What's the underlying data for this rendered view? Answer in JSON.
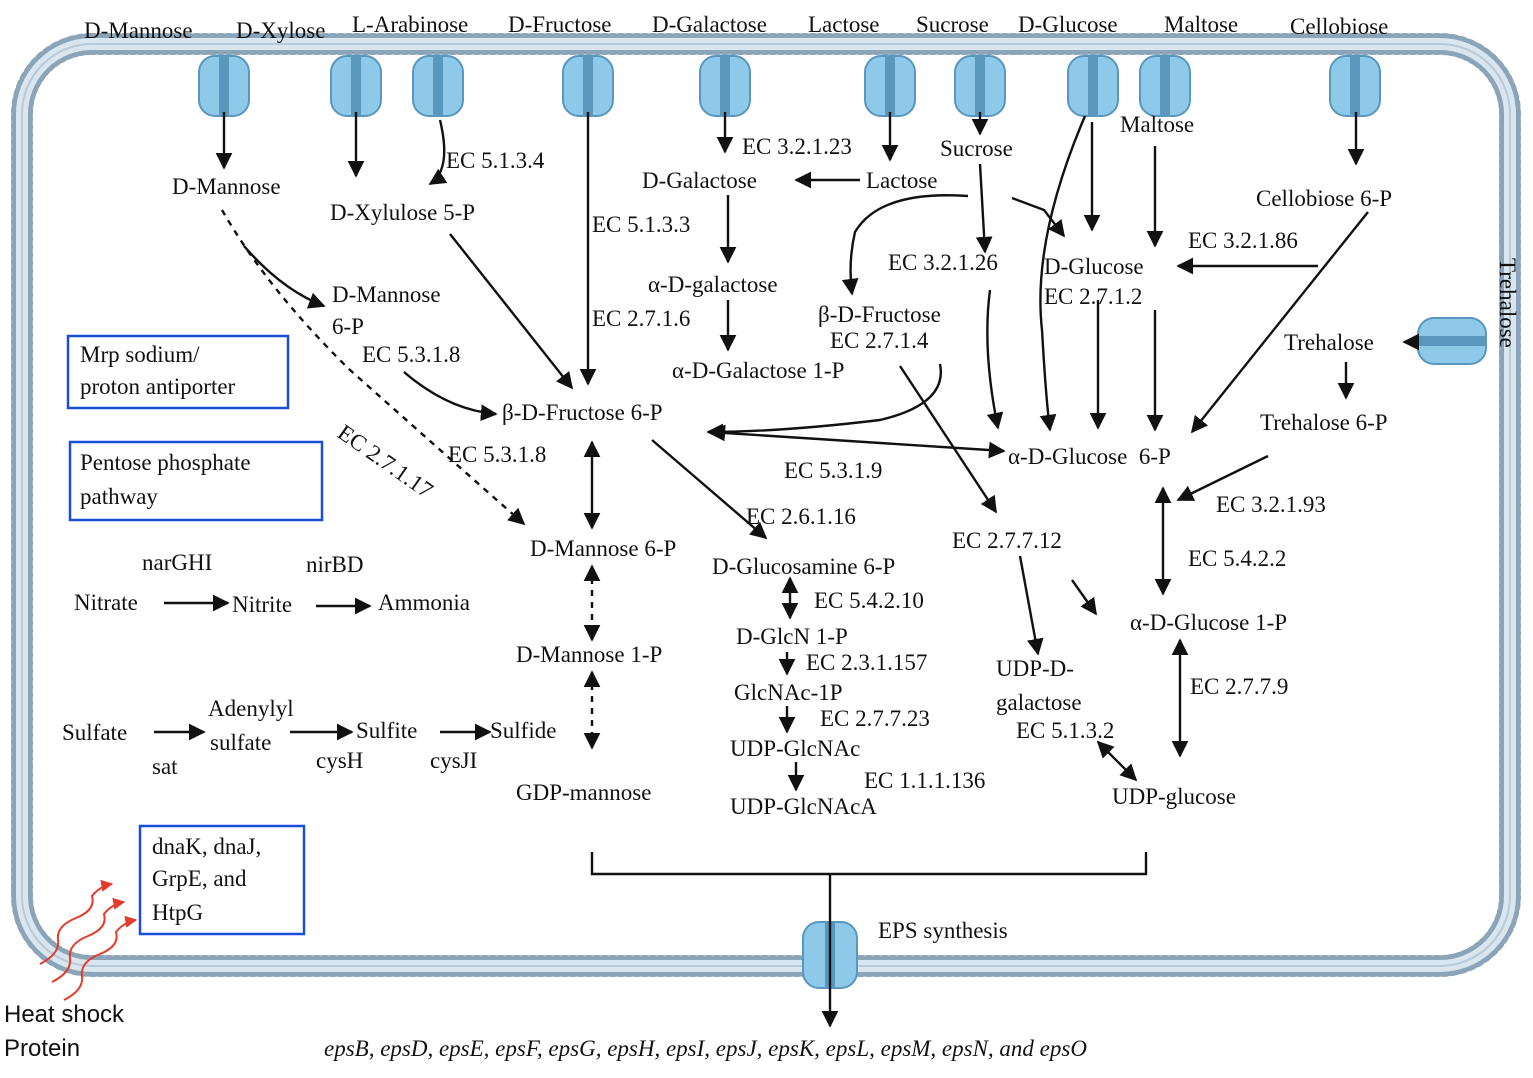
{
  "external_sugars": {
    "d_mannose": "D-Mannose",
    "d_xylose": "D-Xylose",
    "l_arabinose": "L-Arabinose",
    "d_fructose": "D-Fructose",
    "d_galactose": "D-Galactose",
    "lactose": "Lactose",
    "sucrose": "Sucrose",
    "d_glucose": "D-Glucose",
    "maltose": "Maltose",
    "cellobiose": "Cellobiose",
    "trehalose": "Trehalose"
  },
  "metabolites": {
    "d_mannose": "D-Mannose",
    "d_xylulose_5p": "D-Xylulose 5-P",
    "d_mannose_6p_a": "D-Mannose",
    "d_mannose_6p_b": "6-P",
    "beta_fructose_6p": "β-D-Fructose 6-P",
    "d_mannose_6p": "D-Mannose 6-P",
    "d_mannose_1p": "D-Mannose 1-P",
    "gdp_mannose": "GDP-mannose",
    "d_galactose": "D-Galactose",
    "lactose": "Lactose",
    "alpha_galactose": "α-D-galactose",
    "alpha_galactose_1p": "α-D-Galactose 1-P",
    "sucrose": "Sucrose",
    "beta_fructose": "β-D-Fructose",
    "maltose": "Maltose",
    "d_glucose": "D-Glucose",
    "cellobiose_6p": "Cellobiose 6-P",
    "trehalose": "Trehalose",
    "trehalose_6p": "Trehalose 6-P",
    "alpha_glucose_6p": "α-D-Glucose  6-P",
    "alpha_glucose_1p": "α-D-Glucose 1-P",
    "udp_galactose_a": "UDP-D-",
    "udp_galactose_b": "galactose",
    "udp_glucose": "UDP-glucose",
    "glucosamine_6p": "D-Glucosamine 6-P",
    "glcn_1p": "D-GlcN 1-P",
    "glcnac_1p": "GlcNAc-1P",
    "udp_glcnac": "UDP-GlcNAc",
    "udp_glcnaca": "UDP-GlcNAcA"
  },
  "enzymes": {
    "ec_5134": "EC 5.1.3.4",
    "ec_5133": "EC 5.1.3.3",
    "ec_2716": "EC 2.7.1.6",
    "ec_53218_a": "EC 5.3.1.8",
    "ec_53218_b": "EC 5.3.1.8",
    "ec_27117": "EC 2.7.1.17",
    "ec_321_23": "EC 3.2.1.23",
    "ec_321_26": "EC 3.2.1.26",
    "ec_2714": "EC 2.7.1.4",
    "ec_2712": "EC 2.7.1.2",
    "ec_321_86": "EC 3.2.1.86",
    "ec_321_93": "EC 3.2.1.93",
    "ec_5319": "EC 5.3.1.9",
    "ec_26116": "EC 2.6.1.16",
    "ec_54210": "EC 5.4.2.10",
    "ec_231157": "EC 2.3.1.157",
    "ec_27723": "EC 2.7.7.23",
    "ec_111136": "EC 1.1.1.136",
    "ec_27712": "EC 2.7.7.12",
    "ec_5422": "EC 5.4.2.2",
    "ec_2779": "EC 2.7.7.9",
    "ec_5132": "EC 5.1.3.2"
  },
  "boxes": {
    "mrp_line1": "Mrp sodium/",
    "mrp_line2": "proton antiporter",
    "ppp_line1": "Pentose phosphate",
    "ppp_line2": "pathway",
    "hsp_line1": "dnaK, dnaJ,",
    "hsp_line2": "GrpE, and",
    "hsp_line3": "HtpG"
  },
  "nitrogen": {
    "nitrate": "Nitrate",
    "nitrite": "Nitrite",
    "ammonia": "Ammonia",
    "nar": "narGHI",
    "nir": "nirBD"
  },
  "sulfur": {
    "sulfate": "Sulfate",
    "adenylyl_a": "Adenylyl",
    "adenylyl_b": "sulfate",
    "sulfite": "Sulfite",
    "sulfide": "Sulfide",
    "sat": "sat",
    "cysh": "cysH",
    "cysji": "cysJI"
  },
  "eps": {
    "synthesis": "EPS synthesis",
    "genes": "epsB, epsD, epsE, epsF, epsG, epsH, epsI, epsJ, epsK, epsL, epsM, epsN, and epsO"
  },
  "heat_shock": {
    "line1": "Heat shock",
    "line2": "Protein"
  },
  "colors": {
    "membrane": "#9fb8cc",
    "transporter": "#8ec9ea",
    "box_border": "#1a4fd6",
    "heat_arrow": "#e53b2a"
  }
}
